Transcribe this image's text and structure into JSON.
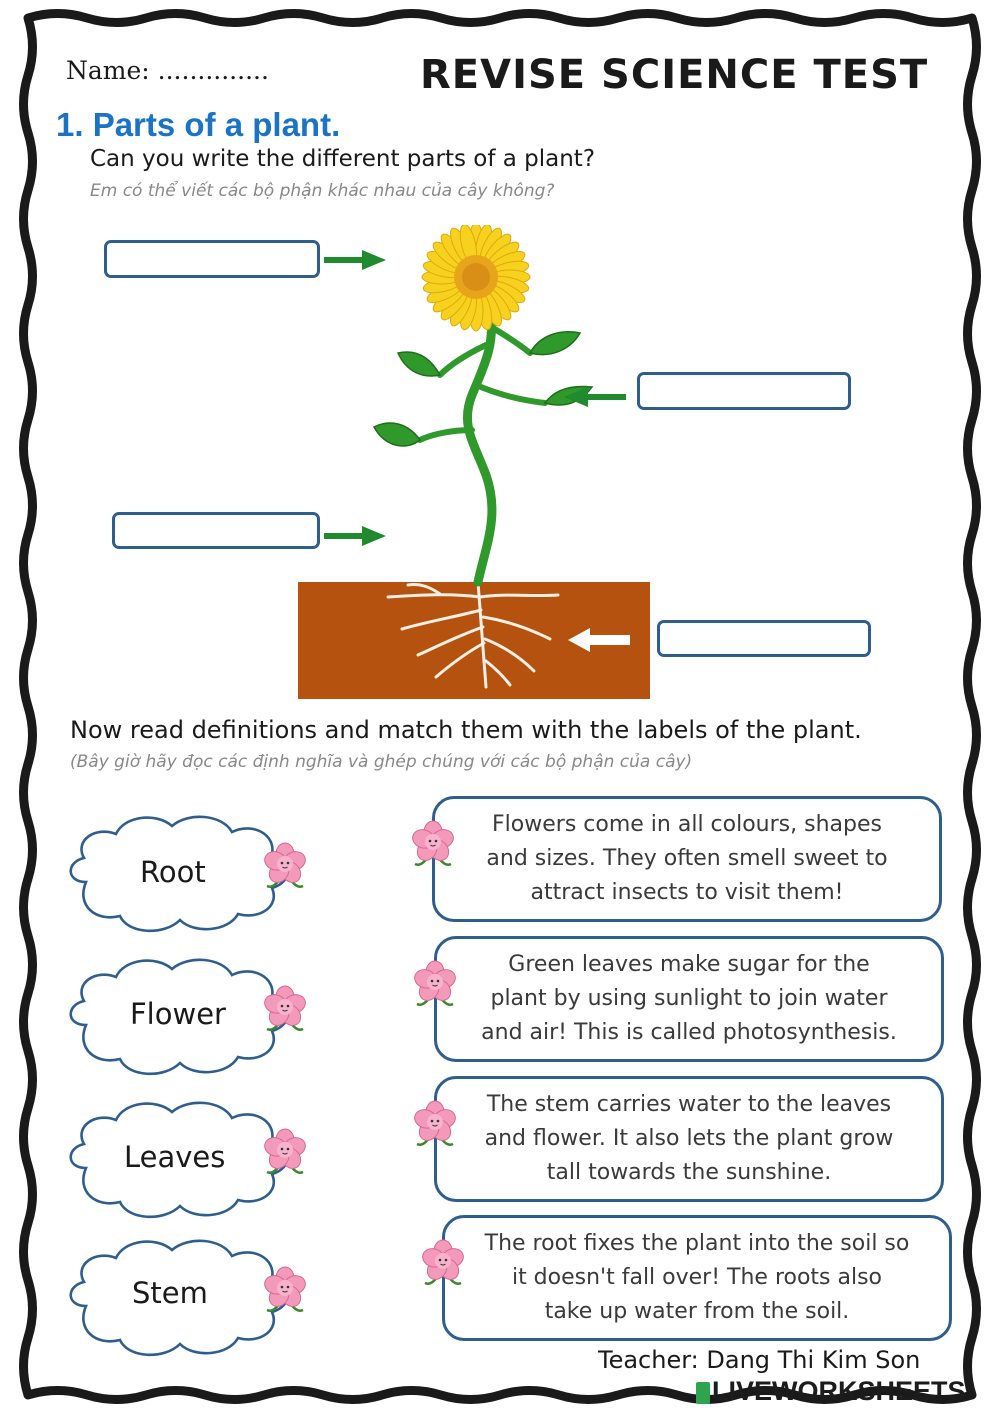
{
  "header": {
    "name_label": "Name: ..............",
    "title": "REVISE SCIENCE TEST"
  },
  "section1": {
    "title": "1. Parts  of a plant.",
    "question": "Can you write the different parts of a plant?",
    "question_vi": "Em có thể viết các bộ phận khác nhau của cây không?"
  },
  "section2": {
    "instruction": "Now read  definitions and match them with the labels of the plant.",
    "instruction_vi": "(Bây giờ hãy đọc các định nghĩa và ghép chúng với các bộ phận của cây)"
  },
  "labels": [
    "Root",
    "Flower",
    "Leaves",
    "Stem"
  ],
  "definitions": [
    [
      "Flowers come in all colours, shapes",
      "and sizes. They often smell sweet to",
      "attract insects to visit them!"
    ],
    [
      "Green leaves make sugar for the",
      "plant by using sunlight to join water",
      "and air! This is called photosynthesis."
    ],
    [
      "The stem carries water to the leaves",
      "and flower. It also lets the plant grow",
      "tall towards the sunshine."
    ],
    [
      "The root fixes the plant into the soil so",
      "it doesn't  fall over! The roots also",
      "take up water from the soil."
    ]
  ],
  "footer": {
    "teacher": "Teacher: Dang Thi Kim Son",
    "brand": "LIVEWORKSHEETS"
  },
  "colors": {
    "title_blue": "#1b73c5",
    "box_border": "#2e5e8e",
    "arrow_green": "#1f8a2e",
    "soil": "#b5520f",
    "petal": "#f6d21e",
    "leaf": "#2f9a2b"
  }
}
